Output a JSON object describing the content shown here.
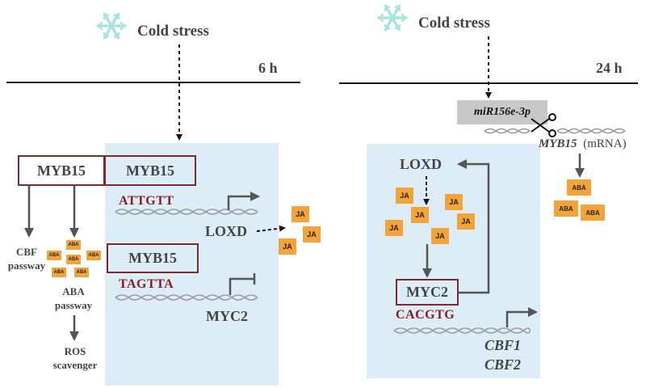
{
  "left_panel": {
    "stress_label": "Cold stress",
    "time_label": "6 h",
    "myb15_outer": "MYB15",
    "myb15_inner": "MYB15",
    "motif_1": "ATTGTT",
    "target_1": "LOXD",
    "myb15_second": "MYB15",
    "motif_2": "TAGTTA",
    "target_2": "MYC2",
    "cbf_label": "CBF passway",
    "aba_label": "ABA passway",
    "ros_label": "ROS scavenger",
    "aba_molecule": "ABA",
    "ja_molecule": "JA"
  },
  "right_panel": {
    "stress_label": "Cold stress",
    "time_label": "24 h",
    "mirna_label": "miR156e-3p",
    "mrna_gene": "MYB15",
    "mrna_suffix": "(mRNA)",
    "loxd_label": "LOXD",
    "myc2_box": "MYC2",
    "motif": "CACGTG",
    "target_1": "CBF1",
    "target_2": "CBF2",
    "ja_molecule": "JA",
    "aba_molecule": "ABA"
  },
  "colors": {
    "nucleus_bg": "#dcedf8",
    "box_border": "#7a2b2b",
    "motif_text": "#8b1a1a",
    "molecule": "#f2a43a",
    "snowflake": "#a6e3e3",
    "mirna_bg": "#c8c8c8"
  },
  "icons": [
    "snowflake-icon",
    "scissors-icon",
    "dna-helix-icon",
    "promoter-arrow-icon",
    "repressor-icon"
  ]
}
